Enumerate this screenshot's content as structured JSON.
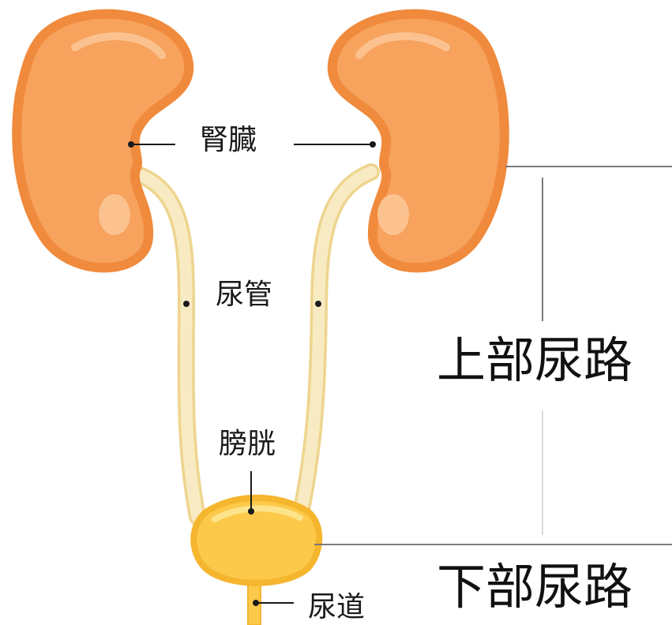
{
  "labels": {
    "kidney": "腎臓",
    "ureter": "尿管",
    "bladder": "膀胱",
    "urethra": "尿道",
    "upper_tract": "上部尿路",
    "lower_tract": "下部尿路"
  },
  "colors": {
    "kidney_fill": "#f7a25d",
    "kidney_outline": "#f08a3c",
    "ureter_fill": "#f7e6b3",
    "ureter_outline": "#eed48e",
    "bladder_fill": "#fcc94a",
    "bladder_outline": "#f5b52d",
    "bracket_line": "#7a7a7a",
    "leader_line": "#1a1a1a"
  }
}
